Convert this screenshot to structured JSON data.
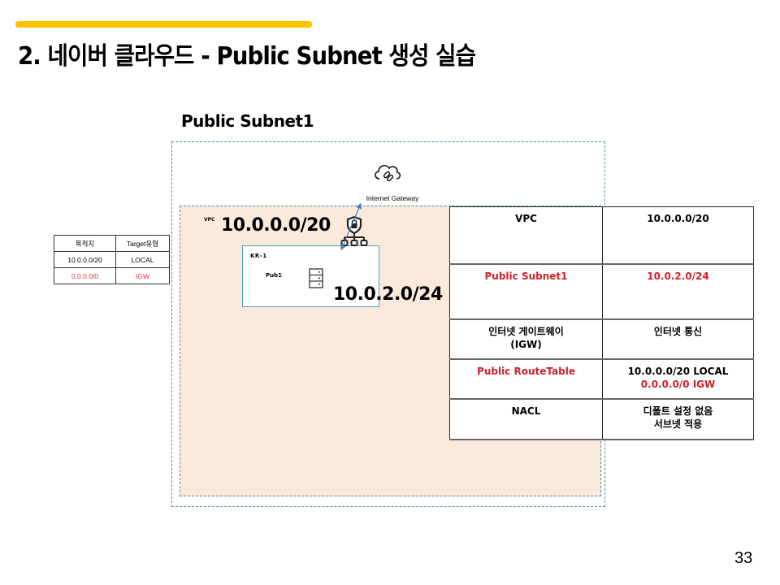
{
  "slide": {
    "title": "2. 네이버 클라우드 - Public Subnet 생성 실습",
    "accent_color": "#fbc400",
    "page_number": "33"
  },
  "diagram": {
    "subnet_heading": "Public Subnet1",
    "internet_gateway_label": "Internet Gateway",
    "vpc_tag": "VPC",
    "vpc_cidr": "10.0.0.0/20",
    "zone_label": "KR-1",
    "subnet_label": "Pub1",
    "subnet_cidr": "10.0.2.0/24",
    "icons": [
      "cloud-link-icon",
      "shield-network-icon",
      "server-icon",
      "arrow-icon"
    ],
    "vpc_fill_color": "#fbe9db",
    "border_color": "#4f8fa8"
  },
  "route_table": {
    "headers": [
      "목적지",
      "Target유형"
    ],
    "rows": [
      {
        "destination": "10.0.0.0/20",
        "target": "LOCAL",
        "highlight": false
      },
      {
        "destination": "0.0.0.0/0",
        "target": "IGW",
        "highlight": true
      }
    ],
    "highlight_color": "#e0303a"
  },
  "info_table": {
    "rows": [
      {
        "key": "VPC",
        "value": "10.0.0.0/20",
        "highlight": false
      },
      {
        "key": "Public Subnet1",
        "value": "10.0.2.0/24",
        "highlight": true
      },
      {
        "key_line1": "인터넷 게이트웨이",
        "key_line2": "(IGW)",
        "value": "인터넷 통신",
        "highlight": false
      },
      {
        "key": "Public RouteTable",
        "value_line1": "10.0.0.0/20 LOCAL",
        "value_line2": "0.0.0.0/0 IGW",
        "highlight": true
      },
      {
        "key": "NACL",
        "value_line1": "디폴트 설정 없음",
        "value_line2": "서브넷 적용",
        "highlight": false
      }
    ],
    "highlight_color": "#d0202a"
  }
}
